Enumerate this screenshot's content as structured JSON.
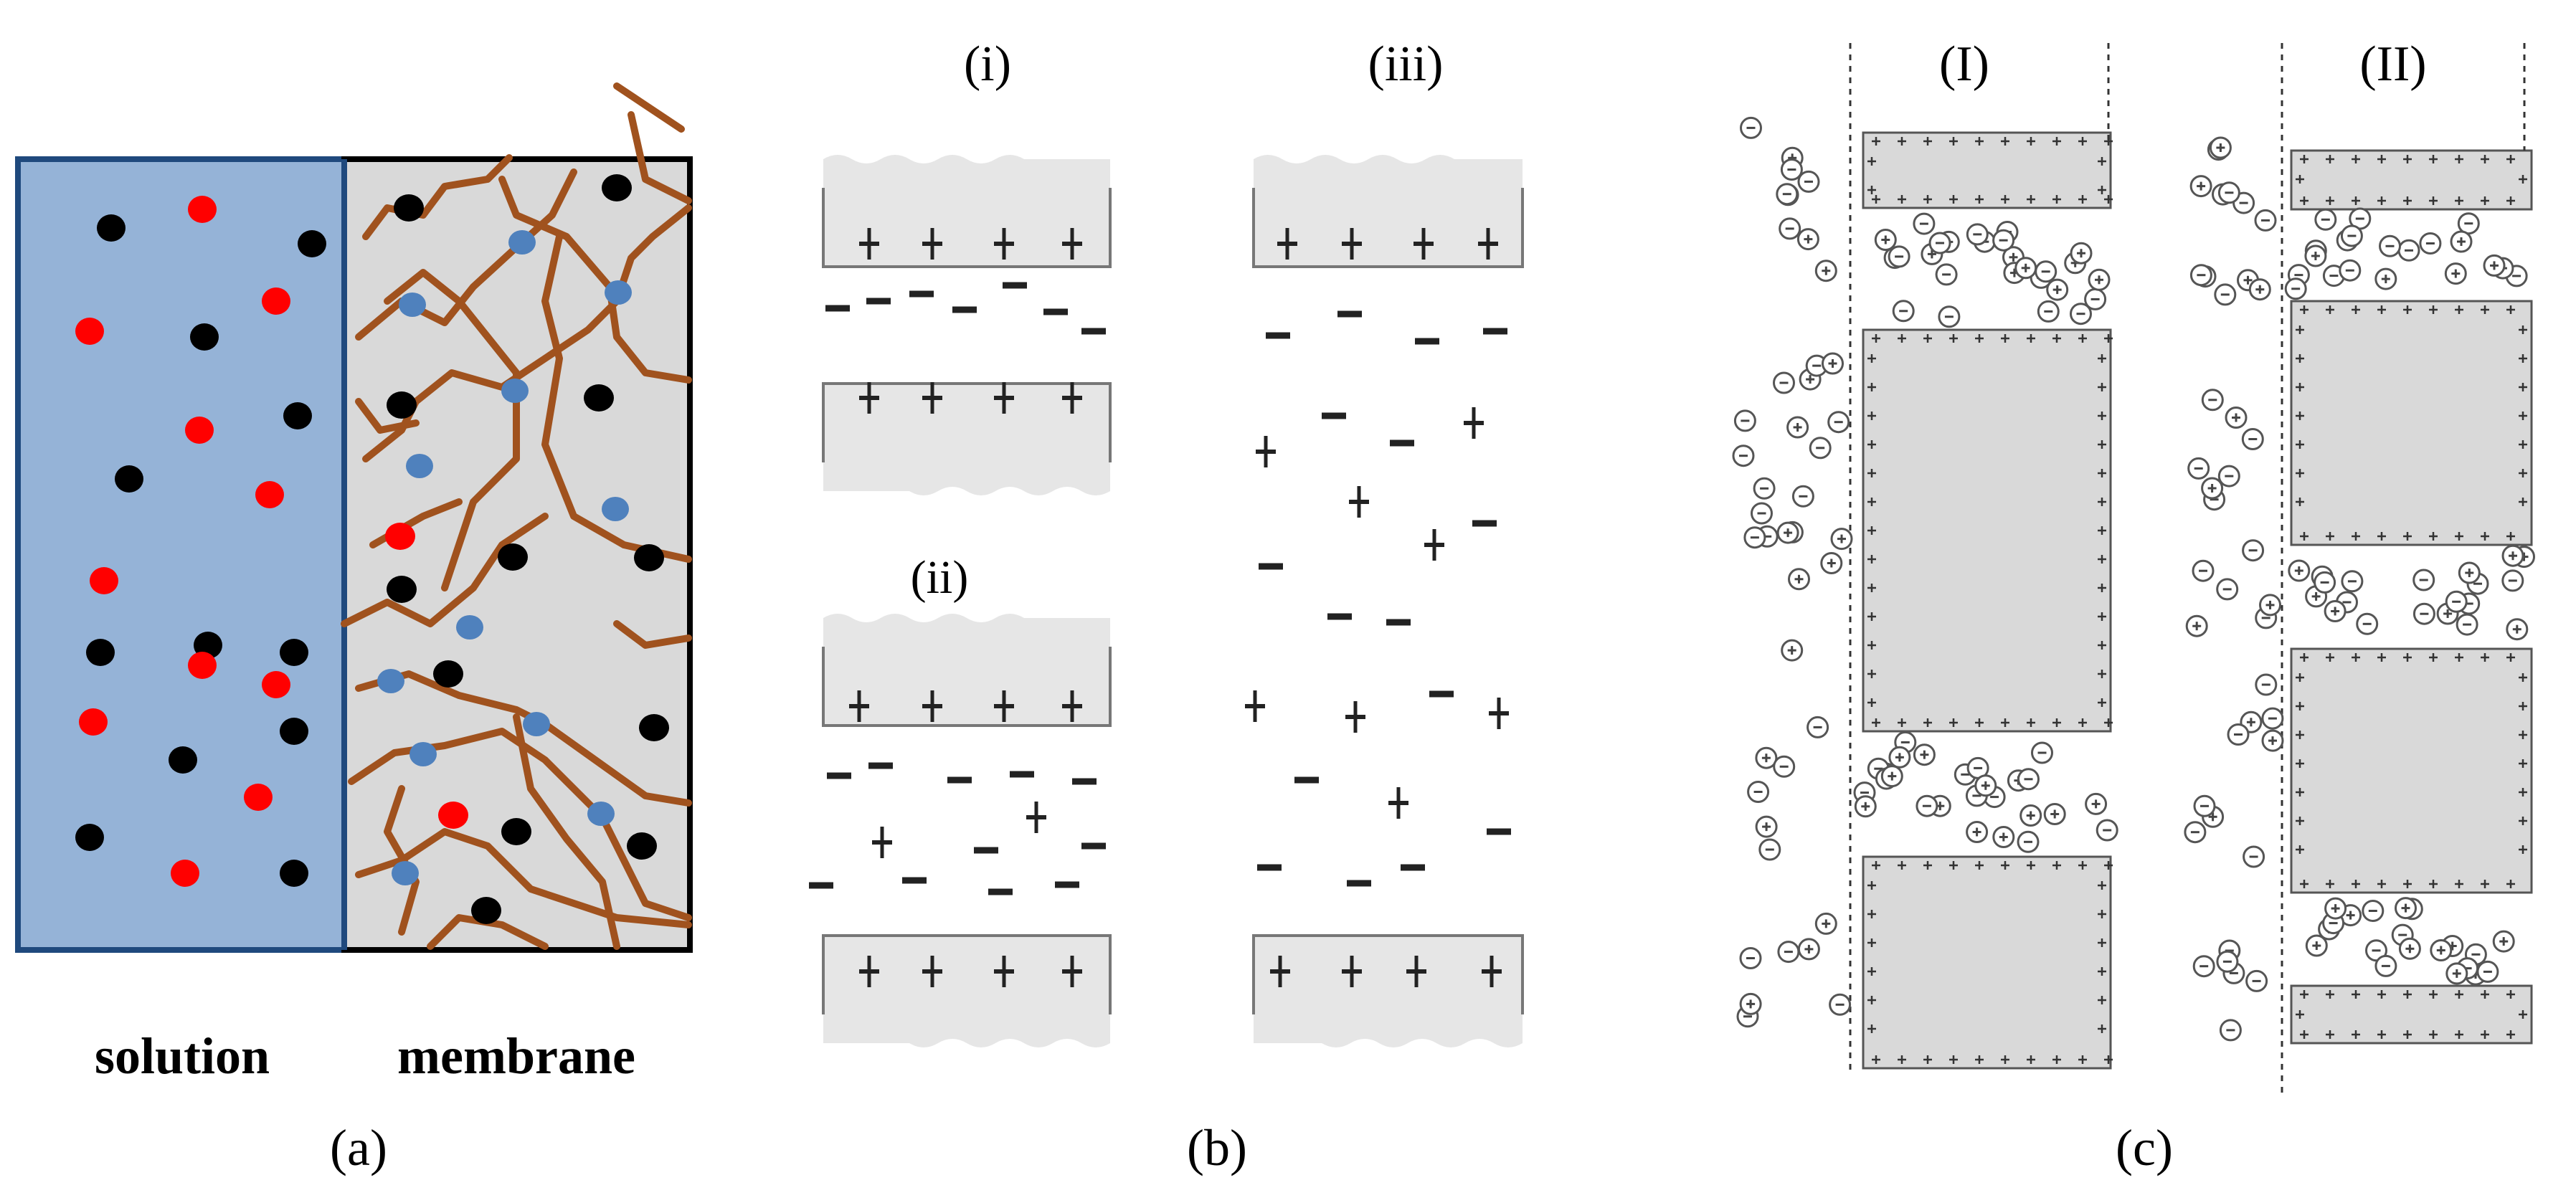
{
  "panel_a": {
    "solution_label": "solution",
    "membrane_label": "membrane",
    "caption": "(a)",
    "colors": {
      "solution_bg": "#95b3d7",
      "membrane_bg": "#d9d9d9",
      "black_ion": "#000000",
      "red_ion": "#ff0000",
      "fixed_site": "#4f81bd",
      "chain": "#a0521e"
    }
  },
  "panel_b": {
    "caption": "(b)",
    "labels": {
      "i": "(i)",
      "ii": "(ii)",
      "iii": "(iii)"
    }
  },
  "panel_c": {
    "caption": "(c)",
    "labels": {
      "I": "(I)",
      "II": "(II)"
    }
  }
}
